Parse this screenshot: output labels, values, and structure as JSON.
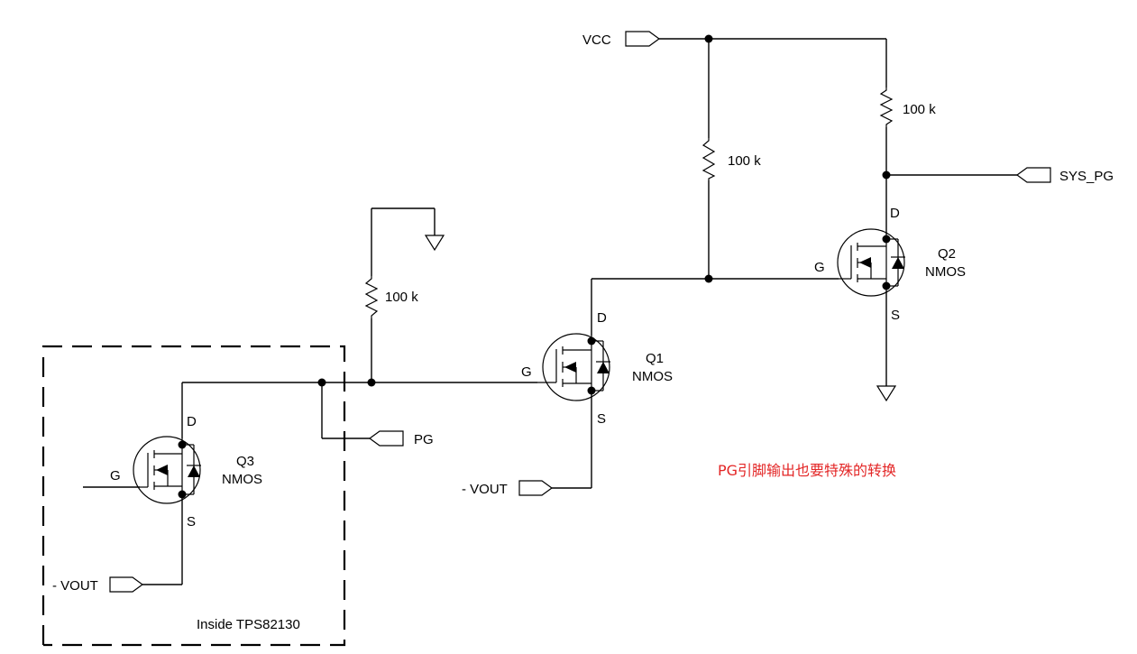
{
  "labels": {
    "vcc": "VCC",
    "sys_pg": "SYS_PG",
    "pg": "PG",
    "vout_q1": "- VOUT",
    "vout_q3": "- VOUT",
    "inside_box": "Inside TPS82130",
    "note": "PG引脚输出也要特殊的转换"
  },
  "resistors": {
    "r_top": "100 k",
    "r_mid": "100 k",
    "r_left": "100 k"
  },
  "transistors": {
    "q1": {
      "name": "Q1",
      "type": "NMOS",
      "gate": "G",
      "drain": "D",
      "source": "S"
    },
    "q2": {
      "name": "Q2",
      "type": "NMOS",
      "gate": "G",
      "drain": "D",
      "source": "S"
    },
    "q3": {
      "name": "Q3",
      "type": "NMOS",
      "gate": "G",
      "drain": "D",
      "source": "S"
    }
  },
  "colors": {
    "note": "#e32626",
    "line": "#000000"
  }
}
